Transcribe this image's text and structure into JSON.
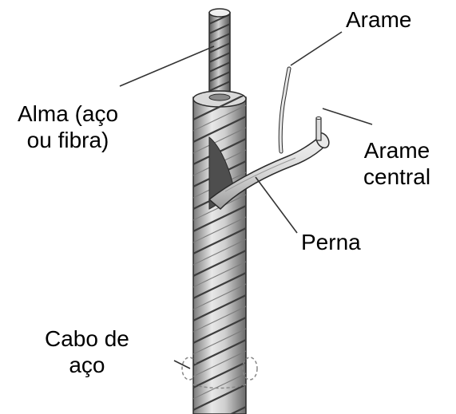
{
  "labels": {
    "arame": "Arame",
    "alma": [
      "Alma (aço",
      "ou fibra)"
    ],
    "arame_central": [
      "Arame",
      "central"
    ],
    "perna": "Perna",
    "cabo": [
      "Cabo de",
      "aço"
    ]
  },
  "colors": {
    "strand_light": "#e6e6e6",
    "strand_mid": "#bdbdbd",
    "strand_dark": "#6e6e6e",
    "outline": "#2a2a2a",
    "leader": "#333333"
  }
}
